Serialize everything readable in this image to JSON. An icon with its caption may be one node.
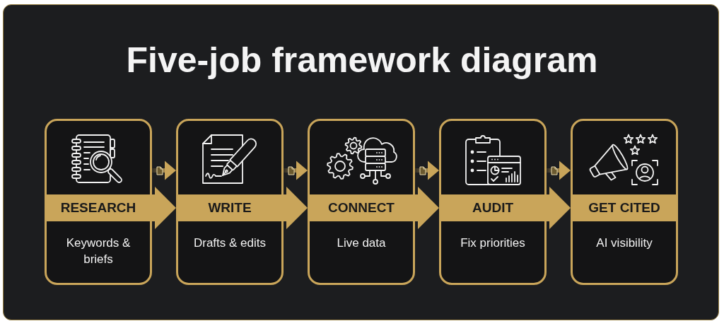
{
  "diagram": {
    "title": "Five-job framework diagram",
    "nodes": [
      {
        "text": [
          "RESEARCH",
          "Keywords & briefs"
        ]
      },
      {
        "text": [
          "WRITE",
          "Drafts & edits"
        ]
      },
      {
        "text": [
          "CONNECT",
          "Live data"
        ]
      },
      {
        "text": [
          "AUDIT",
          "Fix priorities"
        ]
      },
      {
        "text": [
          "GET CITED",
          "AI visibility"
        ]
      }
    ],
    "edges": [
      {
        "from": 0,
        "to": 1,
        "arrow": "to"
      },
      {
        "from": 1,
        "to": 2,
        "arrow": "to"
      },
      {
        "from": 2,
        "to": 3,
        "arrow": "to"
      },
      {
        "from": 3,
        "to": 4,
        "arrow": "to"
      },
      {
        "from": 0,
        "to": 1,
        "arrow": "to"
      },
      {
        "from": 1,
        "to": 2,
        "arrow": "to"
      },
      {
        "from": 2,
        "to": 3,
        "arrow": "to"
      },
      {
        "from": 3,
        "to": 4,
        "arrow": "to"
      }
    ]
  }
}
